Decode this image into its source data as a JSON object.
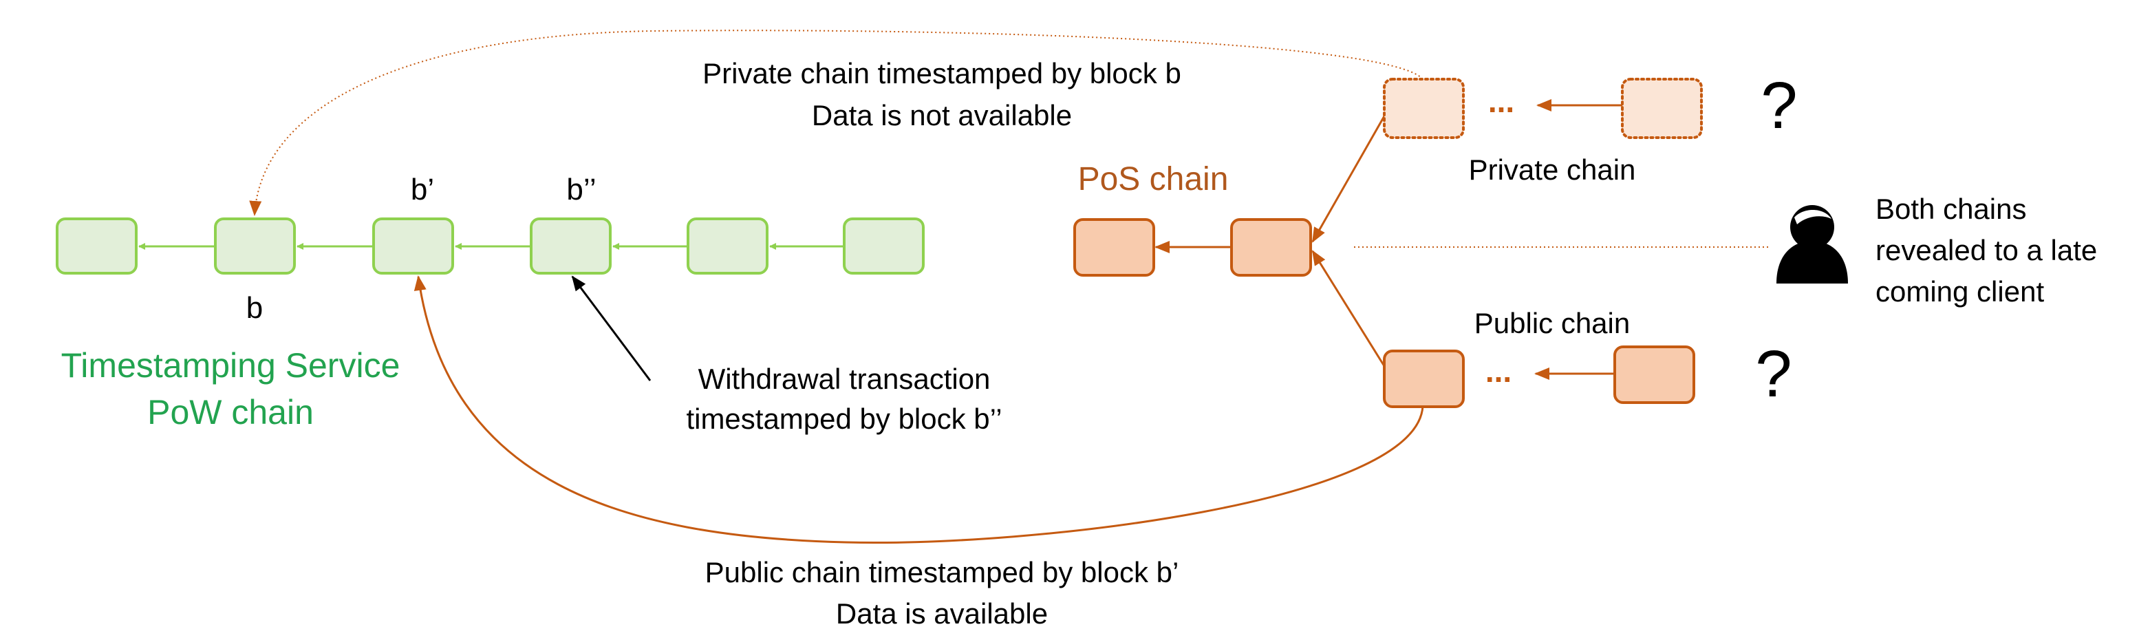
{
  "pow_chain": {
    "title_line1": "Timestamping Service",
    "title_line2": "PoW chain",
    "block_labels": {
      "b": "b",
      "b_prime": "b’",
      "b_double_prime": "b’’"
    },
    "color": "#22a34f"
  },
  "pos_chain": {
    "title": "PoS chain",
    "color": "#b0581d"
  },
  "private_chain": {
    "label": "Private chain",
    "ellipsis": "...",
    "question": "?",
    "timestamp_note_line1": "Private chain timestamped by block b",
    "timestamp_note_line2": "Data is not available"
  },
  "public_chain": {
    "label": "Public chain",
    "ellipsis": "...",
    "question": "?",
    "timestamp_note_line1": "Public chain timestamped by block b’",
    "timestamp_note_line2": "Data is available"
  },
  "withdrawal": {
    "line1": "Withdrawal transaction",
    "line2": "timestamped by block b’’"
  },
  "client": {
    "icon": "person-icon",
    "line1": "Both chains",
    "line2": "revealed to a late",
    "line3": "coming client"
  },
  "colors": {
    "green_fill": "#e2efd9",
    "green_stroke": "#8fd14f",
    "orange_fill": "#f8cbad",
    "orange_light_fill": "#fbe5d6",
    "orange_stroke": "#c55a11"
  }
}
